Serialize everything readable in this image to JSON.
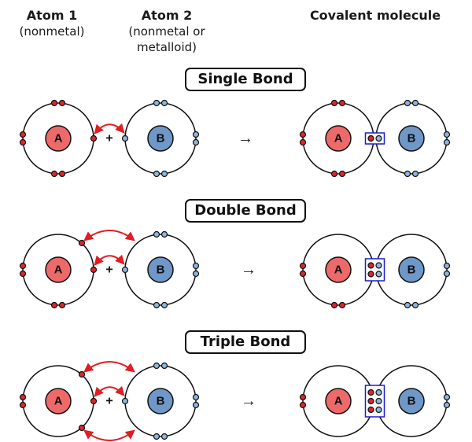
{
  "headers": {
    "atom1_title": "Atom 1",
    "atom1_sub": "(nonmetal)",
    "atom2_title": "Atom 2",
    "atom2_sub1": "(nonmetal or",
    "atom2_sub2": "metalloid)",
    "molecule_title": "Covalent molecule"
  },
  "atom_labels": {
    "a": "A",
    "b": "B"
  },
  "symbols": {
    "plus": "+",
    "arrow": "→"
  },
  "bonds": [
    {
      "title": "Single Bond",
      "shared_pairs": 1
    },
    {
      "title": "Double Bond",
      "shared_pairs": 2
    },
    {
      "title": "Triple Bond",
      "shared_pairs": 3
    }
  ],
  "colors": {
    "atom_a_fill": "#ee6a6a",
    "atom_a_electron": "#e0242a",
    "atom_b_fill": "#6f98c8",
    "atom_b_electron": "#8fb5dd",
    "arrow_red": "#e31b23",
    "bond_box": "#1a1ad8",
    "outline": "#111111"
  }
}
